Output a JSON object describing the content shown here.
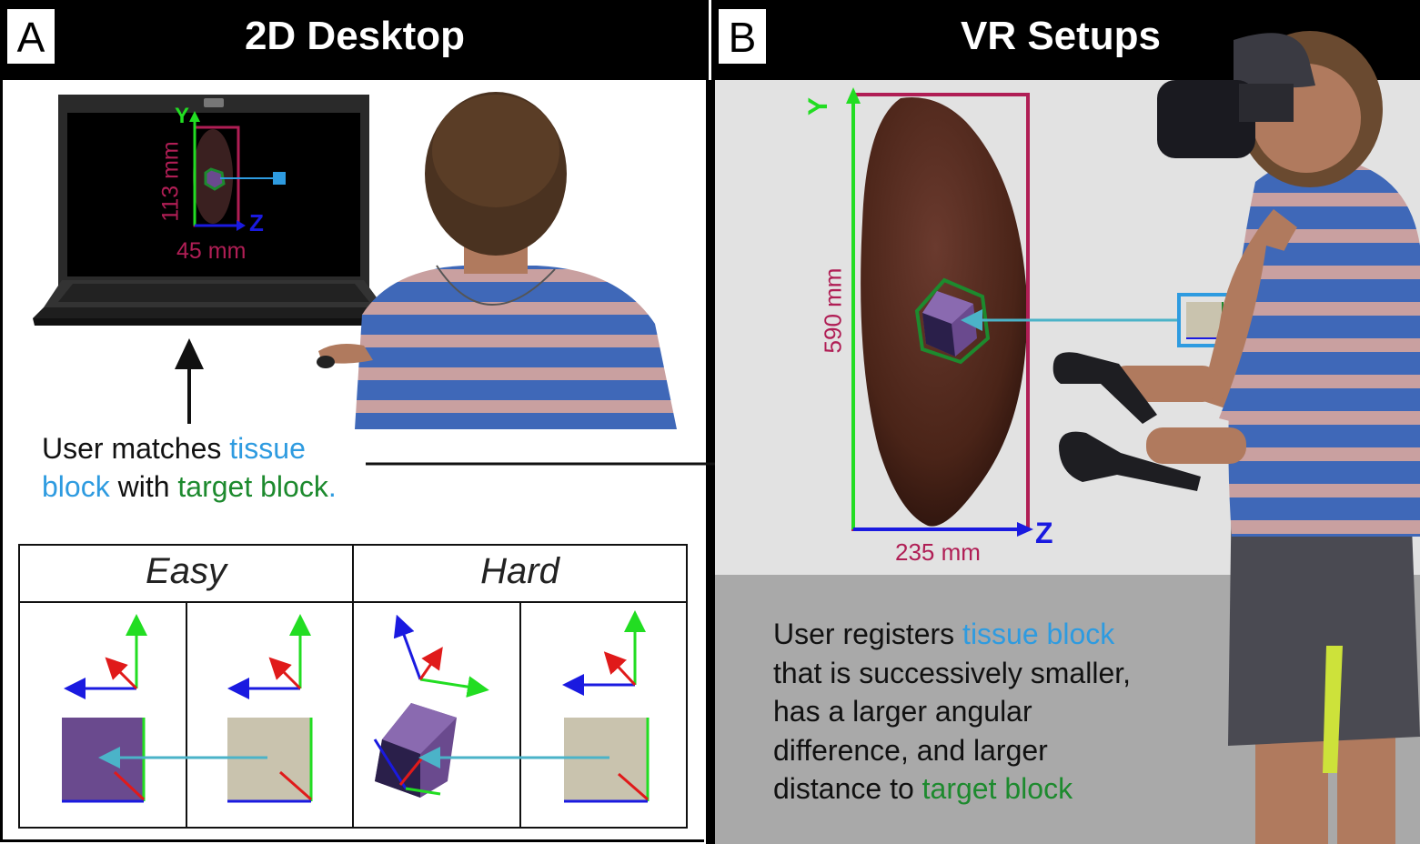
{
  "panel_a": {
    "letter": "A",
    "title": "2D Desktop",
    "screen": {
      "y_axis": "Y",
      "z_axis": "Z",
      "height_label": "113 mm",
      "width_label": "45 mm"
    },
    "caption": {
      "part1": "User matches ",
      "tissue": "tissue",
      "block": "block",
      "part2": " with ",
      "target": "target block",
      "period": "."
    },
    "table": {
      "easy": "Easy",
      "hard": "Hard"
    }
  },
  "panel_b": {
    "letter": "B",
    "title": "VR Setups",
    "model": {
      "y_axis": "Y",
      "z_axis": "Z",
      "height_label": "590 mm",
      "width_label": "235 mm"
    },
    "caption": {
      "part1": "User registers ",
      "tissue_block": "tissue block",
      "line2": "that is successively smaller,",
      "line3": "has a larger angular",
      "line4": "difference, and larger",
      "line5_prefix": "distance to ",
      "target_block": "target block"
    }
  },
  "colors": {
    "axis_y": "#22dd22",
    "axis_z": "#1a1ae0",
    "axis_x": "#e01a1a",
    "bbox": "#b01e55",
    "tissue": "#2e9be0",
    "target": "#1d8a2e",
    "block_purple": "#6a4a8e",
    "block_beige": "#c9c3ae"
  }
}
